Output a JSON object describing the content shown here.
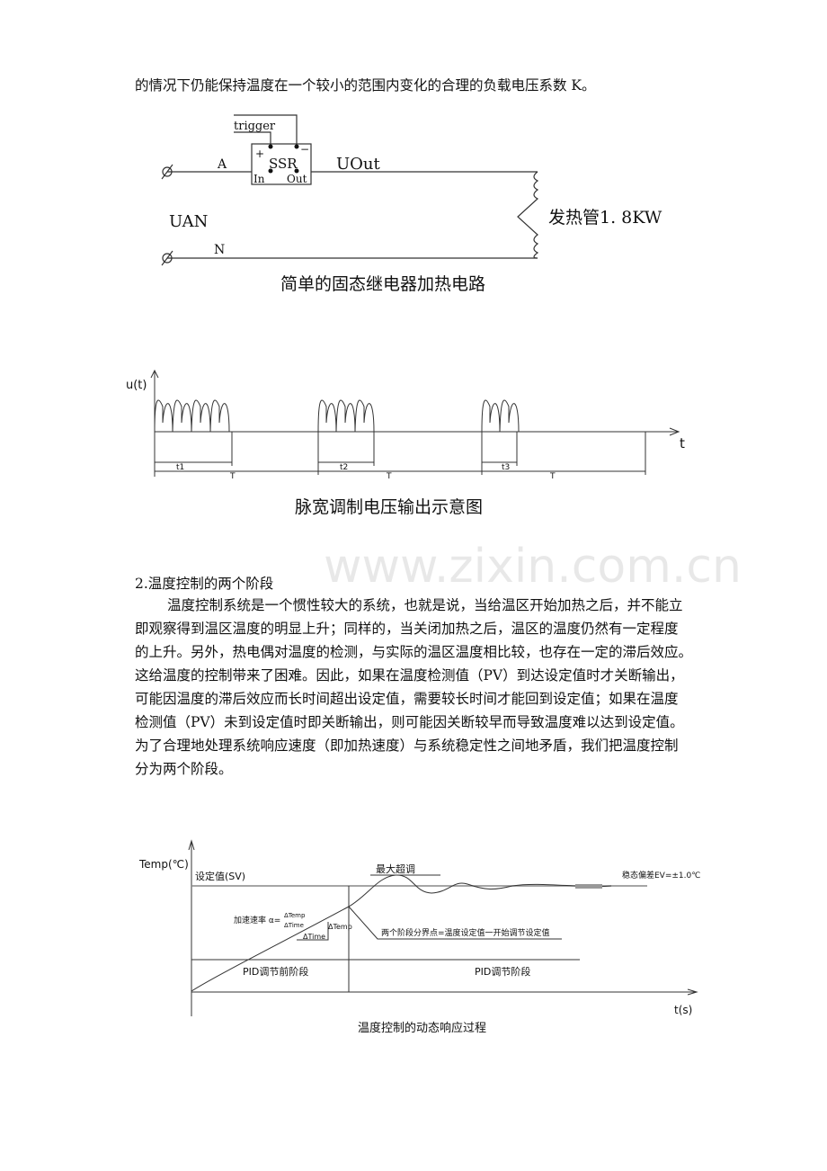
{
  "intro_line": "的情况下仍能保持温度在一个较小的范围内变化的合理的负载电压系数 K。",
  "circuit": {
    "trigger": "trigger",
    "plus": "+",
    "minus": "−",
    "ssr": "SSR",
    "in": "In",
    "out": "Out",
    "a": "A",
    "n": "N",
    "uout": "UOut",
    "uan": "UAN",
    "heater": "发热管1. 8KW",
    "caption": "简单的固态继电器加热电路"
  },
  "pwm": {
    "ylabel": "u(t)",
    "xlabel": "t",
    "t1": "t1",
    "t2": "t2",
    "t3": "t3",
    "T": "T",
    "caption": "脉宽调制电压输出示意图"
  },
  "watermark": "www.zixin.com.cn",
  "section": {
    "heading": "2.温度控制的两个阶段",
    "lines": [
      "温度控制系统是一个惯性较大的系统，也就是说，当给温区开始加热之后，并不能立",
      "即观察得到温区温度的明显上升；同样的，当关闭加热之后，温区的温度仍然有一定程度",
      "的上升。另外，热电偶对温度的检测，与实际的温区温度相比较，也存在一定的滞后效应。",
      "这给温度的控制带来了困难。因此，如果在温度检测值（PV）到达设定值时才关断输出，",
      "可能因温度的滞后效应而长时间超出设定值，需要较长时间才能回到设定值；如果在温度",
      "检测值（PV）未到设定值时即关断输出，则可能因关断较早而导致温度难以达到设定值。",
      "为了合理地处理系统响应速度（即加热速度）与系统稳定性之间地矛盾，我们把温度控制",
      "分为两个阶段。"
    ]
  },
  "response": {
    "ylabel": "Temp(℃)",
    "xlabel": "t(s)",
    "sv": "设定值(SV)",
    "overshoot": "最大超调",
    "ev": "稳态偏差EV=±1.0℃",
    "rate": "加速速率 α=",
    "dtemp": "ΔTemp",
    "dtime": "ΔTime",
    "boundary": "两个阶段分界点=温度设定值一开始调节设定值",
    "phase1": "PID调节前阶段",
    "phase2": "PID调节阶段",
    "caption": "温度控制的动态响应过程"
  }
}
